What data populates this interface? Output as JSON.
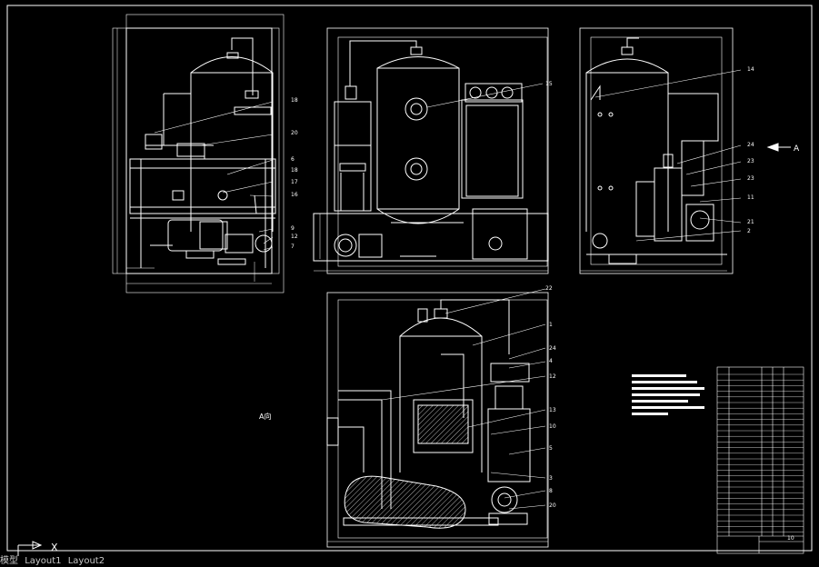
{
  "drawing": {
    "view_label_a": "A",
    "view_label_a_dir": "A向",
    "balloons_side": [
      "18",
      "20",
      "6",
      "18",
      "17",
      "16",
      "9",
      "12",
      "7"
    ],
    "balloons_front": [
      "15"
    ],
    "balloons_right": [
      "14",
      "24",
      "23",
      "23",
      "11",
      "21",
      "2"
    ],
    "balloons_bottom": [
      "22",
      "1",
      "24",
      "4",
      "12",
      "13",
      "10",
      "5",
      "3",
      "8",
      "20"
    ],
    "ucs_x_label": "X",
    "title_block_number": "10"
  },
  "model_tabs": [
    "模型",
    "Layout1",
    "Layout2"
  ],
  "colors": {
    "background": "#000000",
    "line": "#ffffff",
    "accent": "#ffffff"
  }
}
